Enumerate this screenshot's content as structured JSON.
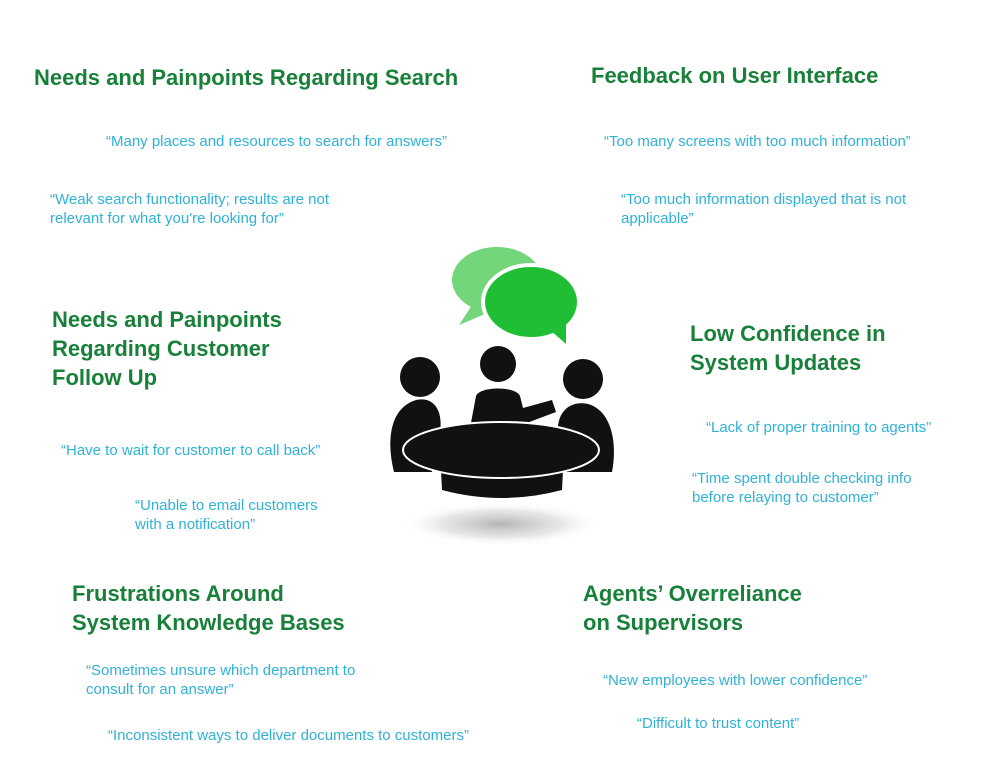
{
  "colors": {
    "heading": "#19803a",
    "quote": "#2fb2d6",
    "bubble_back": "#73d67a",
    "bubble_front": "#1fbe35",
    "figure": "#111111"
  },
  "sections": {
    "search": {
      "title": [
        "Needs and Painpoints Regarding Search"
      ],
      "quotes": [
        [
          "“Many places and resources to search for answers”"
        ],
        [
          "“Weak search functionality; results are not",
          "relevant for what you're looking for”"
        ]
      ]
    },
    "ui": {
      "title": [
        "Feedback on User Interface"
      ],
      "quotes": [
        [
          "“Too many screens with too much information”"
        ],
        [
          "“Too much information displayed that is not",
          "applicable”"
        ]
      ]
    },
    "followup": {
      "title": [
        "Needs and Painpoints",
        "Regarding Customer",
        "Follow Up"
      ],
      "quotes": [
        [
          "“Have to wait for customer to call back”"
        ],
        [
          "“Unable to email customers",
          "with a notification”"
        ]
      ]
    },
    "updates": {
      "title": [
        "Low Confidence in",
        "System Updates"
      ],
      "quotes": [
        [
          "“Lack of proper training to agents”"
        ],
        [
          "“Time spent double checking info",
          "before relaying to customer”"
        ]
      ]
    },
    "kb": {
      "title": [
        "Frustrations Around",
        "System Knowledge Bases"
      ],
      "quotes": [
        [
          "“Sometimes unsure which department to",
          "consult for an answer”"
        ],
        [
          "“Inconsistent ways to deliver documents to customers”"
        ]
      ]
    },
    "supervisors": {
      "title": [
        "Agents’ Overreliance",
        "on Supervisors"
      ],
      "quotes": [
        [
          "“New employees with lower confidence”"
        ],
        [
          "“Difficult to trust content”"
        ]
      ]
    }
  }
}
